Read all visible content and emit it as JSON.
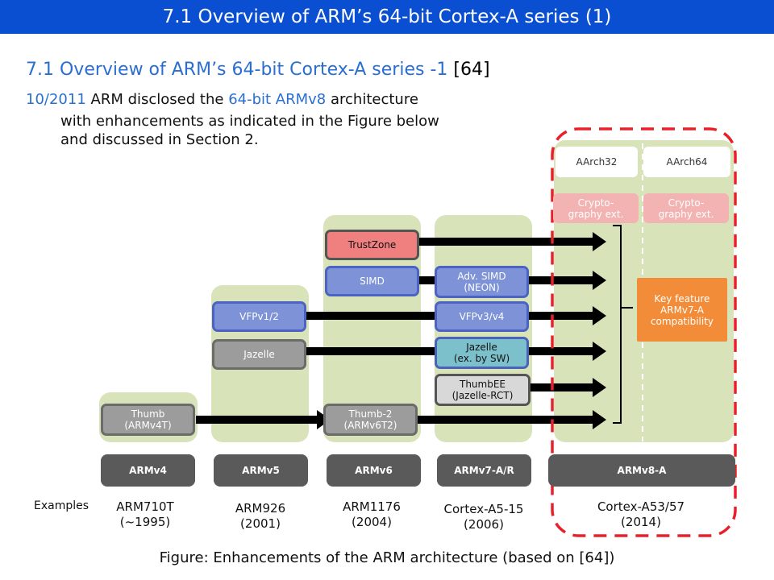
{
  "title": "7.1 Overview of ARM’s 64-bit Cortex-A series (1)",
  "heading": {
    "main": "7.1 Overview of ARM’s 64-bit Cortex-A series -1",
    "ref": "[64]"
  },
  "intro": {
    "date": "10/2011",
    "part1": "ARM disclosed the",
    "highlight": "64-bit ARMv8",
    "part2": "architecture",
    "line2": "with enhancements as indicated in the Figure below",
    "line3": "and discussed in Section 2."
  },
  "diagram": {
    "aarch32": "AArch32",
    "aarch64": "AArch64",
    "crypto32": [
      "Crypto-",
      "graphy ext."
    ],
    "crypto64": [
      "Crypto-",
      "graphy ext."
    ],
    "key_feature": [
      "Key feature",
      "ARMv7-A",
      "compatibility"
    ],
    "thumb": [
      "Thumb",
      "(ARMv4T)"
    ],
    "vfpv12": "VFPv1/2",
    "jazelle": "Jazelle",
    "trustzone": "TrustZone",
    "simd": "SIMD",
    "thumb2": [
      "Thumb-2",
      "(ARMv6T2)"
    ],
    "adv_simd": [
      "Adv. SIMD",
      "(NEON)"
    ],
    "vfpv34": "VFPv3/v4",
    "jazelle_sw": [
      "Jazelle",
      "(ex. by SW)"
    ],
    "thumbee": [
      "ThumbEE",
      "(Jazelle-RCT)"
    ]
  },
  "architectures": [
    "ARMv4",
    "ARMv5",
    "ARMv6",
    "ARMv7-A/R",
    "ARMv8-A"
  ],
  "examples_label": "Examples",
  "examples": [
    [
      "ARM710T",
      "(~1995)"
    ],
    [
      "ARM926",
      "(2001)"
    ],
    [
      "ARM1176",
      "(2004)"
    ],
    [
      "Cortex-A5-15",
      "(2006)"
    ],
    [
      "Cortex-A53/57",
      "(2014)"
    ]
  ],
  "caption": "Figure: Enhancements of the ARM architecture (based on [64])",
  "colors": {
    "title_bar": "#0a4fd1",
    "accent_blue": "#2a6fd0",
    "column_bg": "#d9e3b9",
    "dashed_border": "#e8202a",
    "key_feature": "#f28c38"
  }
}
